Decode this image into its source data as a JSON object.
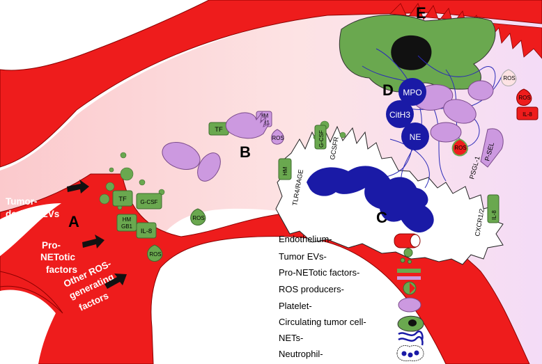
{
  "letters": {
    "a": "A",
    "b": "B",
    "c": "C",
    "d": "D",
    "e": "E"
  },
  "vessel_labels": {
    "tumor_evs": [
      "Tumor-",
      "derived EVs"
    ],
    "pro_netotic": [
      "Pro-",
      "NETotic",
      "factors"
    ],
    "ros_generating": [
      "Other ROS-",
      "generating",
      "factors"
    ]
  },
  "molecules": {
    "tf": "TF",
    "gcsf": "G-CSF",
    "hmgb1_top": "HM",
    "hmgb1_bottom": "GB1",
    "il8": "IL-8",
    "ros": "ROS",
    "gcsfr": "GCSFR",
    "tlr4_rage": "TLR4/RAGE",
    "psgl1": "PSGL-1",
    "psel": "P-SEL",
    "cxcr12": "CXCR1/2",
    "mpo": "MPO",
    "cith3": "CitH3",
    "ne": "NE"
  },
  "legend": [
    {
      "label": "Endothelium-",
      "icon": "endothelium-icon"
    },
    {
      "label": "Tumor EVs-",
      "icon": "tumor-evs-icon"
    },
    {
      "label": "Pro-NETotic factors-",
      "icon": "pro-netotic-icon"
    },
    {
      "label": "ROS producers-",
      "icon": "ros-producer-icon"
    },
    {
      "label": "Platelet-",
      "icon": "platelet-icon"
    },
    {
      "label": "Circulating tumor cell-",
      "icon": "tumor-cell-icon"
    },
    {
      "label": "NETs-",
      "icon": "nets-icon"
    },
    {
      "label": "Neutrophil-",
      "icon": "neutrophil-icon"
    }
  ],
  "colors": {
    "vessel_red": "#ee1c1c",
    "vessel_interior": "#fbd3d6",
    "green": "#6aa84f",
    "lilac": "#cc99e0",
    "navy": "#1a1aa6",
    "black": "#111111"
  }
}
